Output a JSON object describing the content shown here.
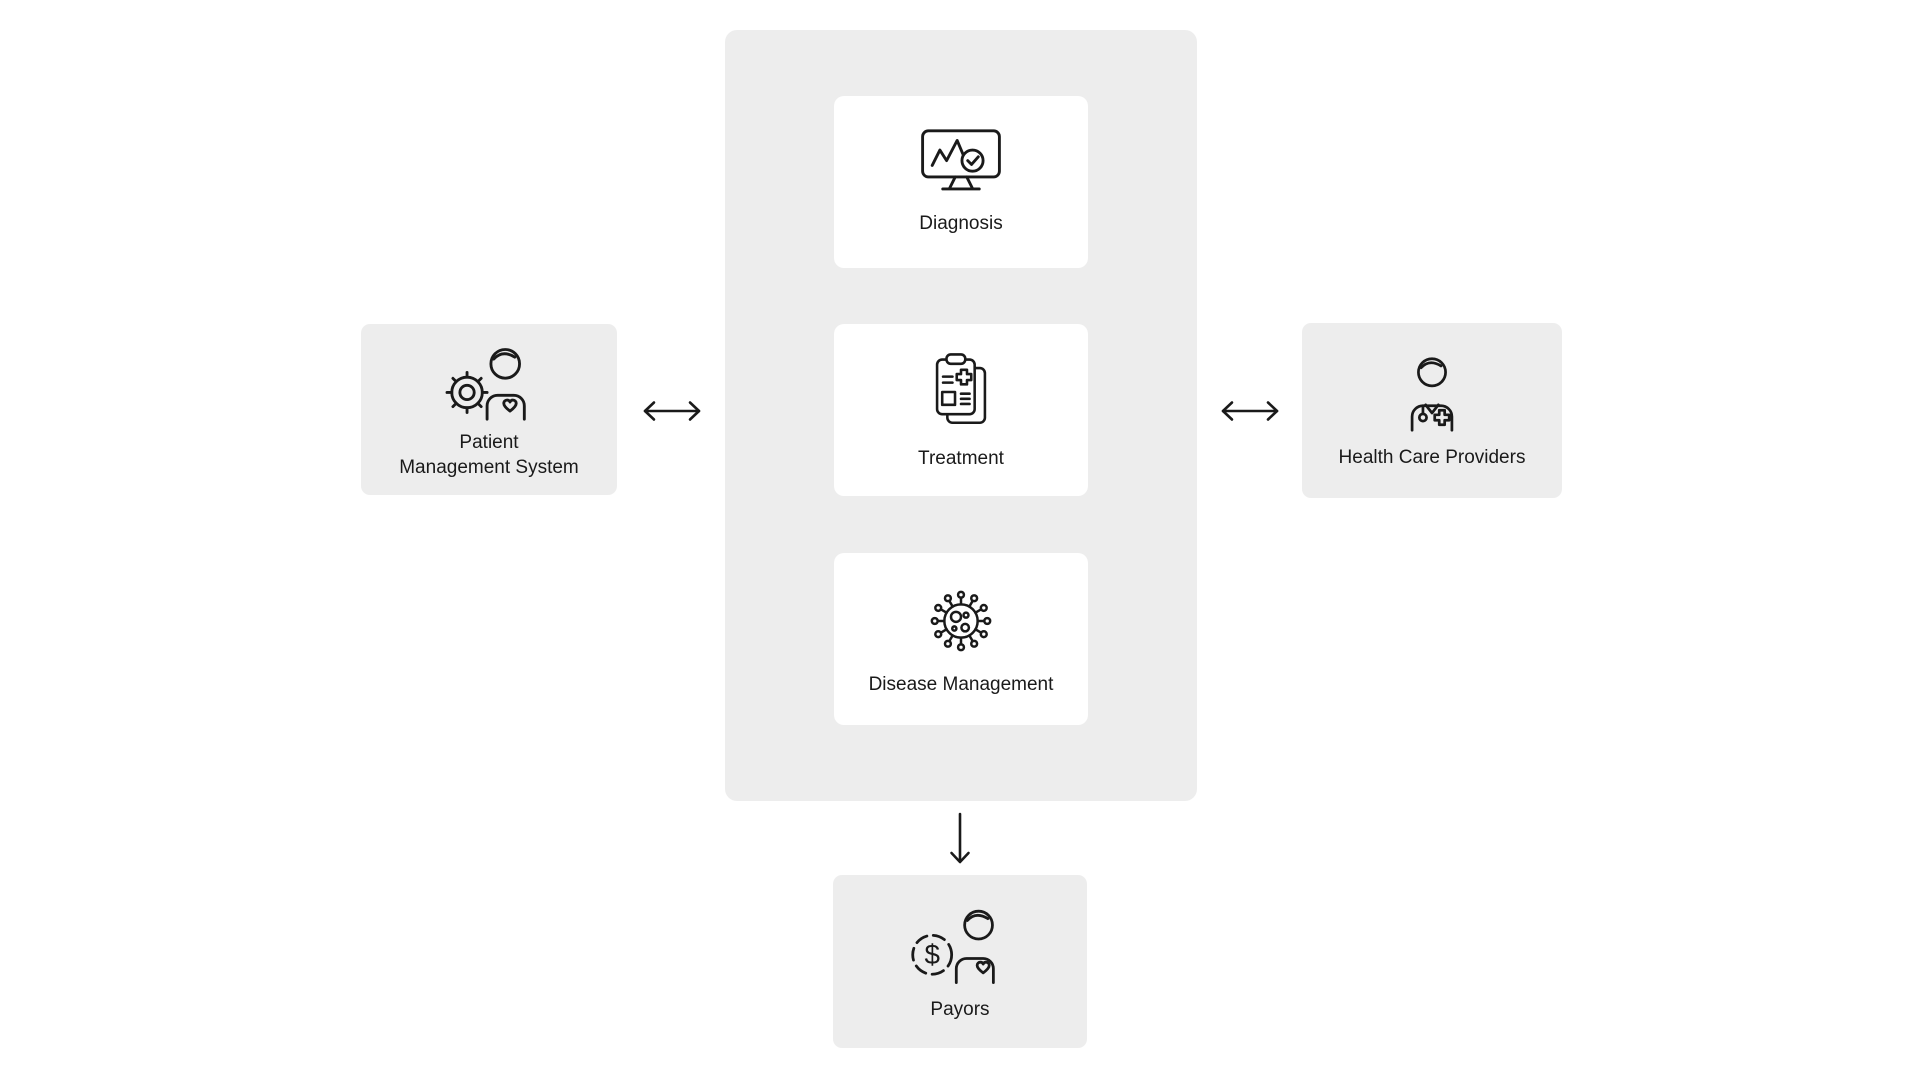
{
  "colors": {
    "page_bg": "#ffffff",
    "panel_bg": "#ededed",
    "card_bg": "#ffffff",
    "line": "#1a1a1a",
    "text": "#1a1a1a"
  },
  "left_box": {
    "label": "Patient Management System",
    "lines": [
      "Patient",
      "Management System"
    ],
    "icon": "gear-person-icon"
  },
  "center_panel": {
    "cards": [
      {
        "label": "Diagnosis",
        "icon": "monitor-pulse-check-icon"
      },
      {
        "label": "Treatment",
        "icon": "medical-clipboard-icon"
      },
      {
        "label": "Disease Management",
        "icon": "virus-icon"
      }
    ]
  },
  "right_box": {
    "label": "Health Care Providers",
    "icon": "doctor-icon"
  },
  "bottom_box": {
    "label": "Payors",
    "icon": "person-dollar-icon",
    "coin_symbol": "$"
  },
  "arrows": {
    "left": "bidirectional-horizontal",
    "right": "bidirectional-horizontal",
    "down": "single-down"
  }
}
